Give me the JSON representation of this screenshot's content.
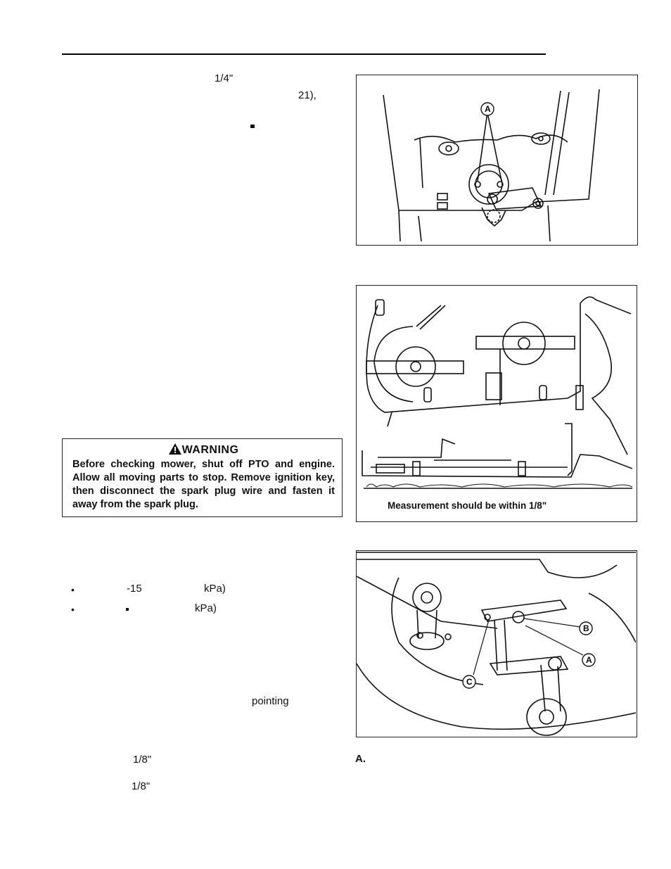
{
  "page": {
    "fragments": {
      "quarter_inch": "1/4\"",
      "fig_ref": "21),",
      "minus_15": "-15",
      "kpa_1": "kPa)",
      "kpa_2": "kPa)",
      "pointing": "pointing",
      "eighth_1": "1/8\"",
      "eighth_2": "1/8\"",
      "a_label": "A."
    },
    "bullets": [
      "•",
      "•"
    ]
  },
  "warning": {
    "heading": "WARNING",
    "body": "Before checking mower, shut off PTO and engine. Allow all moving parts to stop. Remove ignition key, then disconnect the spark plug wire and fasten it away from the spark plug."
  },
  "figures": {
    "fig1": {
      "callout_a": "A"
    },
    "fig2": {
      "caption": "Measurement should be within 1/8\""
    },
    "fig3": {
      "callout_a": "A",
      "callout_b": "B",
      "callout_c": "C"
    }
  }
}
